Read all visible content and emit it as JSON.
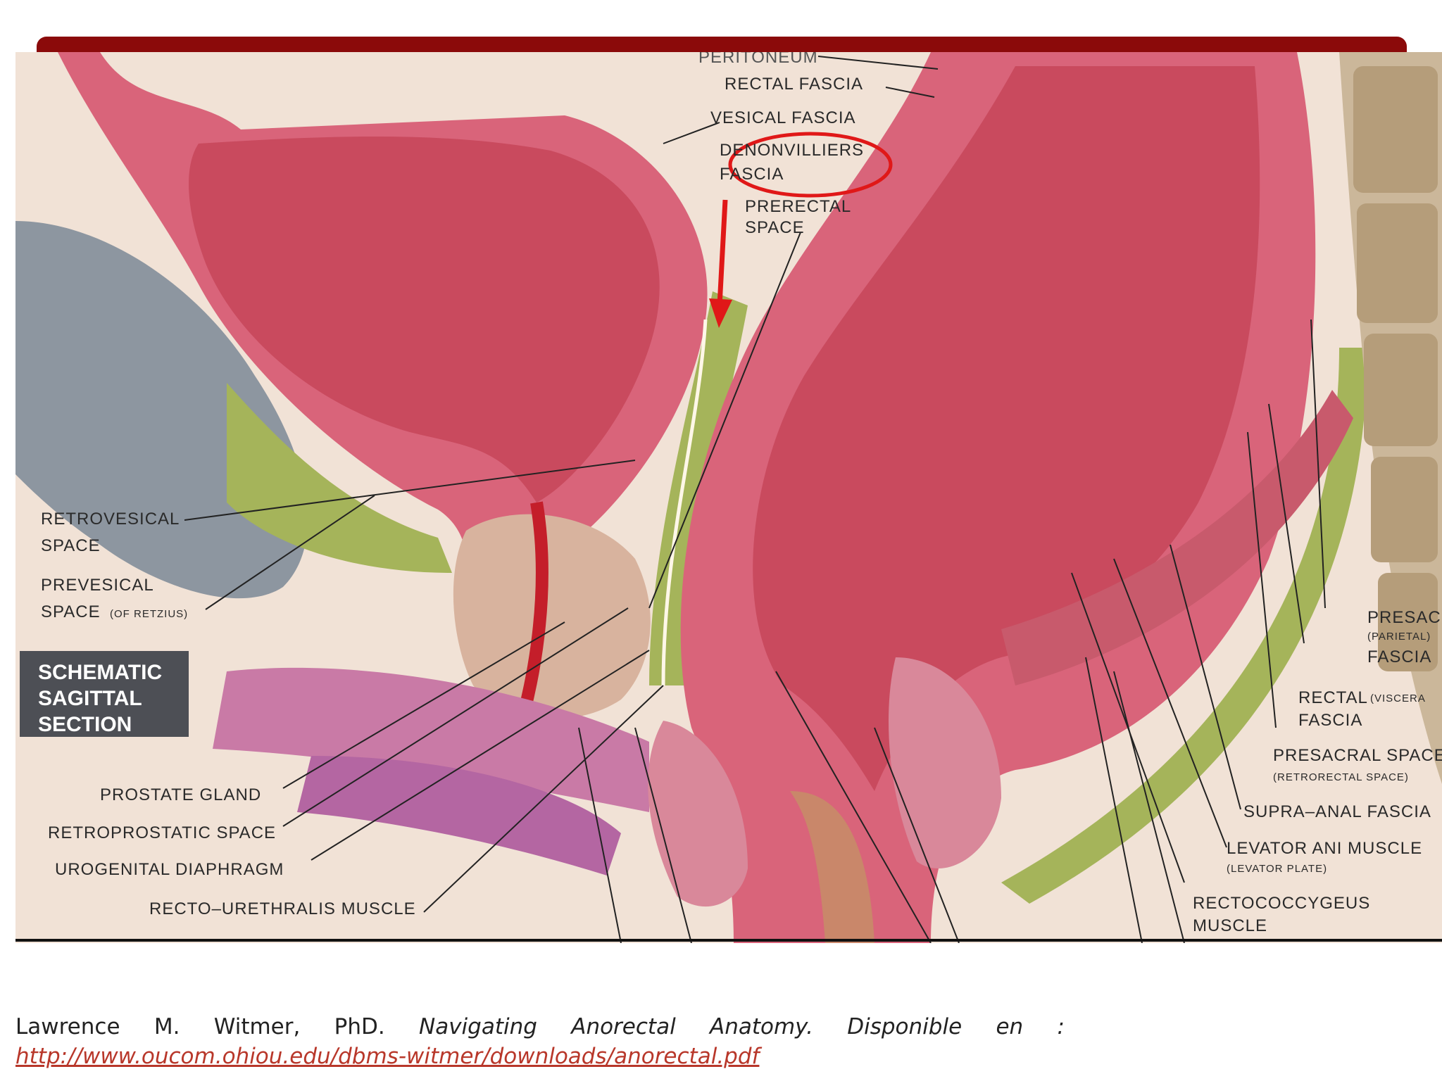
{
  "colors": {
    "header_bar": "#8b0a0a",
    "muscle_pink": "#d9647a",
    "fascia_green": "#a5b45a",
    "bone_tan": "#cbb79a",
    "symphysis_gray": "#8d96a0",
    "highlight_red": "#e01818",
    "label_box": "#4d4f55",
    "link": "#b8372a"
  },
  "labels": {
    "peritoneum": "PERITONEUM",
    "rectal_fascia": "RECTAL FASCIA",
    "vesical_fascia": "VESICAL FASCIA",
    "denonvilliers_1": "DENONVILLIERS",
    "denonvilliers_2": "FASCIA",
    "prerectal_1": "PRERECTAL",
    "prerectal_2": "SPACE",
    "retrovesical_1": "RETROVESICAL",
    "retrovesical_2": "SPACE",
    "prevesical_1": "PREVESICAL",
    "prevesical_2": "SPACE",
    "prevesical_note": "(OF RETZIUS)",
    "prostate_gland": "PROSTATE GLAND",
    "retroprostatic_space": "RETROPROSTATIC SPACE",
    "urogenital_diaphragm": "UROGENITAL DIAPHRAGM",
    "recto_urethralis": "RECTO–URETHRALIS MUSCLE",
    "presacral_fascia_1": "PRESAC",
    "presacral_fascia_note": "(PARIETAL)",
    "presacral_fascia_2": "FASCIA",
    "rectal_visceral_1": "RECTAL",
    "rectal_visceral_note": "(VISCERA",
    "rectal_visceral_2": "FASCIA",
    "presacral_space": "PRESACRAL SPACE",
    "presacral_space_note": "(RETRORECTAL SPACE)",
    "supra_anal_fascia": "SUPRA–ANAL FASCIA",
    "levator_ani": "LEVATOR ANI MUSCLE",
    "levator_ani_note": "(LEVATOR PLATE)",
    "rectococcygeus_1": "RECTOCOCCYGEUS",
    "rectococcygeus_2": "MUSCLE"
  },
  "schematic_box": {
    "line1": "SCHEMATIC",
    "line2": "SAGITTAL",
    "line3": "SECTION"
  },
  "citation": {
    "author": "Lawrence",
    "initial": "M.",
    "surname": "Witmer,",
    "degree": "PhD.",
    "title_word1": "Navigating",
    "title_word2": "Anorectal",
    "title_word3": "Anatomy.",
    "avail1": "Disponible",
    "avail2": "en",
    "colon": ":",
    "url": "http://www.oucom.ohiou.edu/dbms-witmer/downloads/anorectal.pdf"
  }
}
